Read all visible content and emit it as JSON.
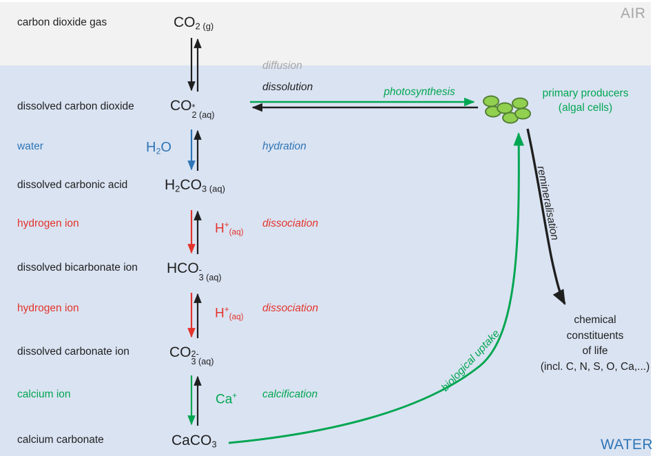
{
  "colors": {
    "air_bg": "#f2f2f2",
    "water_bg": "#dae3f2",
    "gray": "#a6a6a6",
    "blue": "#2e75b6",
    "red": "#e3342b",
    "green": "#00a651",
    "ink": "#1f1f1f",
    "algae_fill": "#92d050",
    "algae_stroke": "#538135"
  },
  "regions": {
    "air": "AIR",
    "water": "WATER"
  },
  "left_labels": {
    "co2_gas": "carbon dioxide gas",
    "co2_aq": "dissolved carbon dioxide",
    "water": "water",
    "h2co3": "dissolved carbonic acid",
    "h_ion_1": "hydrogen ion",
    "hco3": "dissolved bicarbonate ion",
    "h_ion_2": "hydrogen ion",
    "co3": "dissolved carbonate ion",
    "ca_ion": "calcium ion",
    "caco3": "calcium carbonate"
  },
  "formulas": {
    "co2_gas": {
      "base": "CO",
      "sub": "2 (g)"
    },
    "co2_aq": {
      "base": "CO",
      "sup": "*",
      "sub": "2 (aq)"
    },
    "h2co3": {
      "p1": "H",
      "s1": "2",
      "p2": "CO",
      "s2": "3 (aq)"
    },
    "hco3": {
      "base": "HCO",
      "sup": "-",
      "sub": "3 (aq)"
    },
    "co3": {
      "base": "CO",
      "sup": "2-",
      "sub": "3 (aq)"
    },
    "caco3": {
      "base": "CaCO",
      "sub": "3"
    },
    "h2o": {
      "p1": "H",
      "s1": "2",
      "p2": "O"
    },
    "h_plus_1": {
      "base": "H",
      "sup": "+",
      "sub": "(aq)"
    },
    "h_plus_2": {
      "base": "H",
      "sup": "+",
      "sub": "(aq)"
    },
    "ca_plus": {
      "base": "Ca",
      "sup": "+"
    }
  },
  "processes": {
    "diffusion": "diffusion",
    "dissolution": "dissolution",
    "hydration": "hydration",
    "dissociation_1": "dissociation",
    "dissociation_2": "dissociation",
    "calcification": "calcification",
    "photosynthesis": "photosynthesis",
    "biological_uptake": "biological uptake",
    "remineralisation": "remineralisation"
  },
  "right": {
    "primary_producers": "primary producers",
    "algal_cells": "(algal cells)",
    "constituents_l1": "chemical",
    "constituents_l2": "constituents",
    "constituents_l3": "of life",
    "constituents_l4": "(incl. C, N, S, O, Ca,...)"
  }
}
